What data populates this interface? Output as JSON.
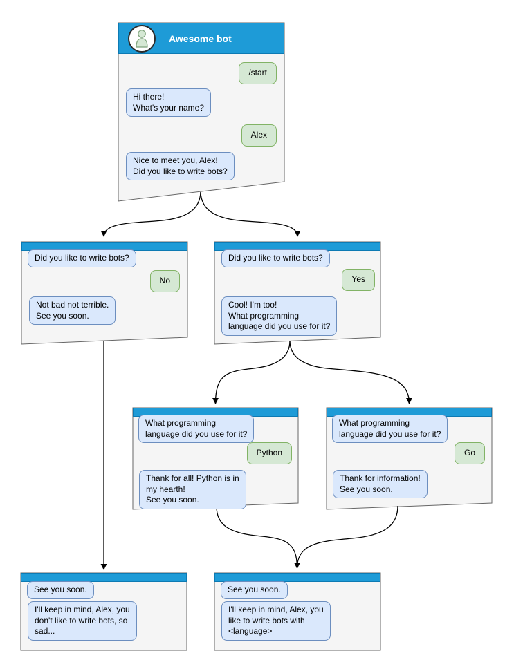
{
  "colors": {
    "header-blue": "#1e9bd7",
    "header-blue-border": "#0d7ab3",
    "window-fill": "#f5f5f5",
    "window-border": "#666666",
    "bot-bubble-fill": "#dae8fc",
    "bot-bubble-border": "#6c8ebf",
    "user-bubble-fill": "#d5e8d4",
    "user-bubble-border": "#82b366",
    "connector": "#000000",
    "title-text": "#ffffff"
  },
  "icons": {
    "header_avatar": "person"
  },
  "windows": {
    "main": {
      "title": "Awesome bot",
      "messages": {
        "start": "/start",
        "greeting": "Hi there!\nWhat's your name?",
        "name_reply": "Alex",
        "ask_write_bots": "Nice to meet you, Alex!\nDid you like to write bots?"
      }
    },
    "branch_no": {
      "messages": {
        "question": "Did you like to write bots?",
        "answer": "No",
        "reply": "Not bad not terrible.\nSee you soon."
      }
    },
    "branch_yes": {
      "messages": {
        "question": "Did you like to write bots?",
        "answer": "Yes",
        "reply": "Cool! I'm too!\nWhat programming\nlanguage did you use for it?"
      }
    },
    "branch_python": {
      "messages": {
        "question": "What programming\nlanguage did you use for it?",
        "answer": "Python",
        "reply": "Thank for all! Python is in\nmy hearth!\nSee you soon."
      }
    },
    "branch_go": {
      "messages": {
        "question": "What programming\nlanguage did you use for it?",
        "answer": "Go",
        "reply": "Thank for information!\nSee you soon."
      }
    },
    "end_no": {
      "messages": {
        "question": "See you soon.",
        "reply": "I'll keep in mind, Alex, you\ndon't like to write bots, so\nsad..."
      }
    },
    "end_yes": {
      "messages": {
        "question": "See you soon.",
        "reply": "I'll keep in mind, Alex, you\nlike to write bots with\n<language>"
      }
    }
  }
}
